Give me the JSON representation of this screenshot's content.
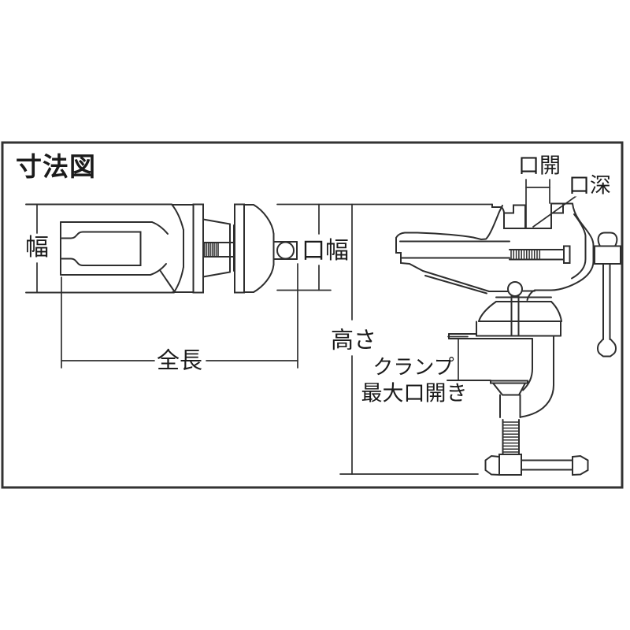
{
  "title": "寸法図",
  "front_view": {
    "width_label": "幅",
    "jaw_width_label": "口幅",
    "total_length_label": "全長"
  },
  "side_view": {
    "height_label": "高さ",
    "jaw_opening_label": "口開",
    "jaw_depth_label": "口深",
    "clamp_max_opening_line1": "クランプ",
    "clamp_max_opening_line2": "最大口開き"
  },
  "colors": {
    "background": "#ffffff",
    "frame_border": "#333333",
    "line": "#2e2e2e",
    "text": "#1b1b1b"
  }
}
